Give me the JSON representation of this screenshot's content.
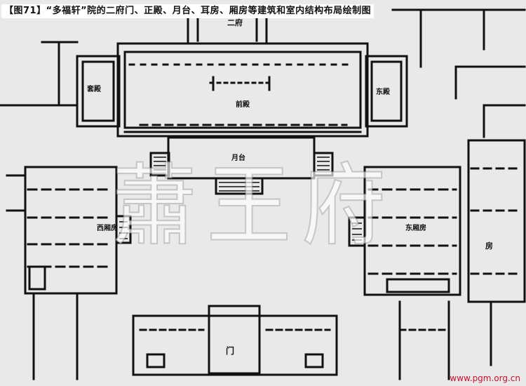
{
  "caption": "【图71】“多福轩”院的二府门、正殿、月台、耳房、厢房等建筑和室内结构布局绘制图",
  "source_url": "www.pgm.org.cn",
  "watermark": [
    "蕭",
    "王",
    "府"
  ],
  "labels": {
    "gate": "二府",
    "main_hall": "前殿",
    "west_ear": "套殿",
    "east_ear": "东殿",
    "terrace": "月台",
    "west_wing": "西厢房",
    "east_wing": "东厢房",
    "far_east": "房",
    "south_gate": "门"
  },
  "colors": {
    "ink": "#111111",
    "paper": "#e9e9e9",
    "source": "#c8102e"
  }
}
